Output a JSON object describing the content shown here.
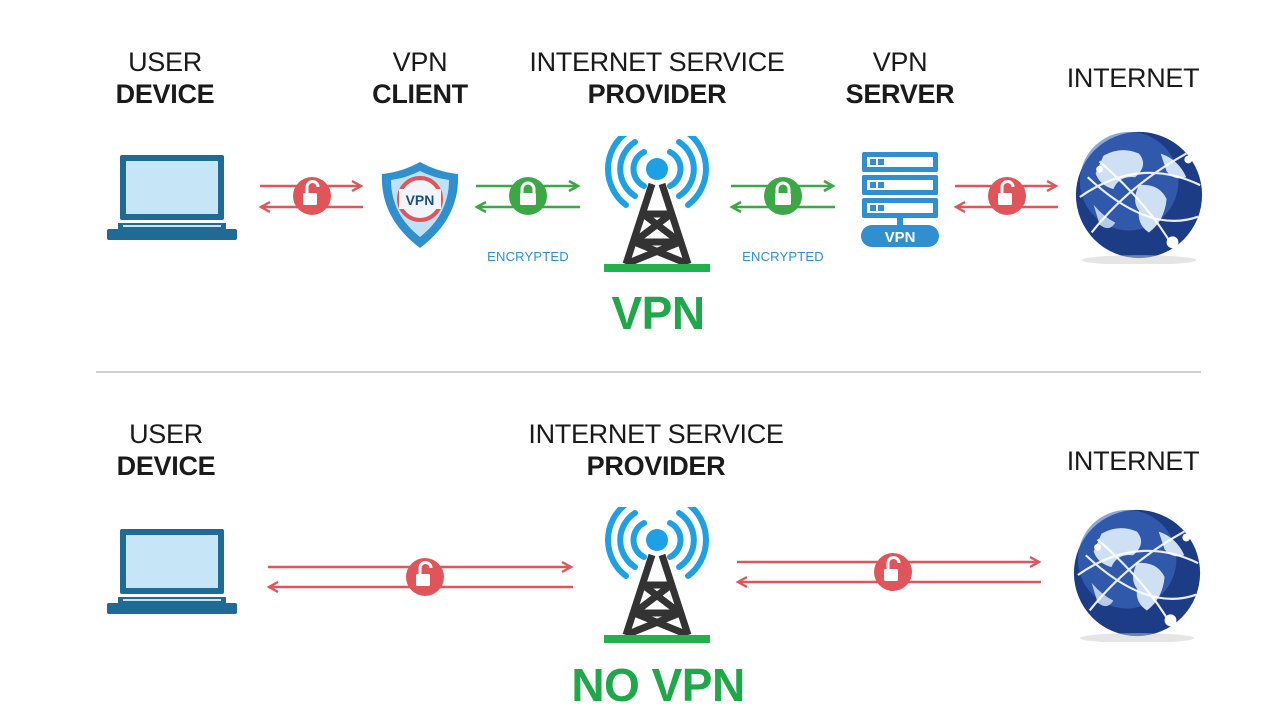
{
  "vpn_section": {
    "user_device": {
      "line1": "USER",
      "line2": "DEVICE"
    },
    "vpn_client": {
      "line1": "VPN",
      "line2": "CLIENT",
      "badge": "VPN"
    },
    "isp": {
      "line1": "INTERNET SERVICE",
      "line2": "PROVIDER"
    },
    "vpn_server": {
      "line1": "VPN",
      "line2": "SERVER",
      "badge": "VPN"
    },
    "internet": {
      "label": "INTERNET"
    },
    "encrypted_left": "ENCRYPTED",
    "encrypted_right": "ENCRYPTED",
    "heading": "VPN"
  },
  "no_vpn_section": {
    "user_device": {
      "line1": "USER",
      "line2": "DEVICE"
    },
    "isp": {
      "line1": "INTERNET SERVICE",
      "line2": "PROVIDER"
    },
    "internet": {
      "label": "INTERNET"
    },
    "heading": "NO VPN"
  },
  "colors": {
    "unencrypted": "#e0555a",
    "encrypted": "#3ba845",
    "device_blue": "#1f6b96",
    "screen_blue": "#c6e6f7",
    "signal_blue": "#1ea0e6",
    "tower_dark": "#333333",
    "ground_green": "#22b14c",
    "heading_green": "#1fa84a",
    "encrypted_text": "#2f8fcf"
  }
}
